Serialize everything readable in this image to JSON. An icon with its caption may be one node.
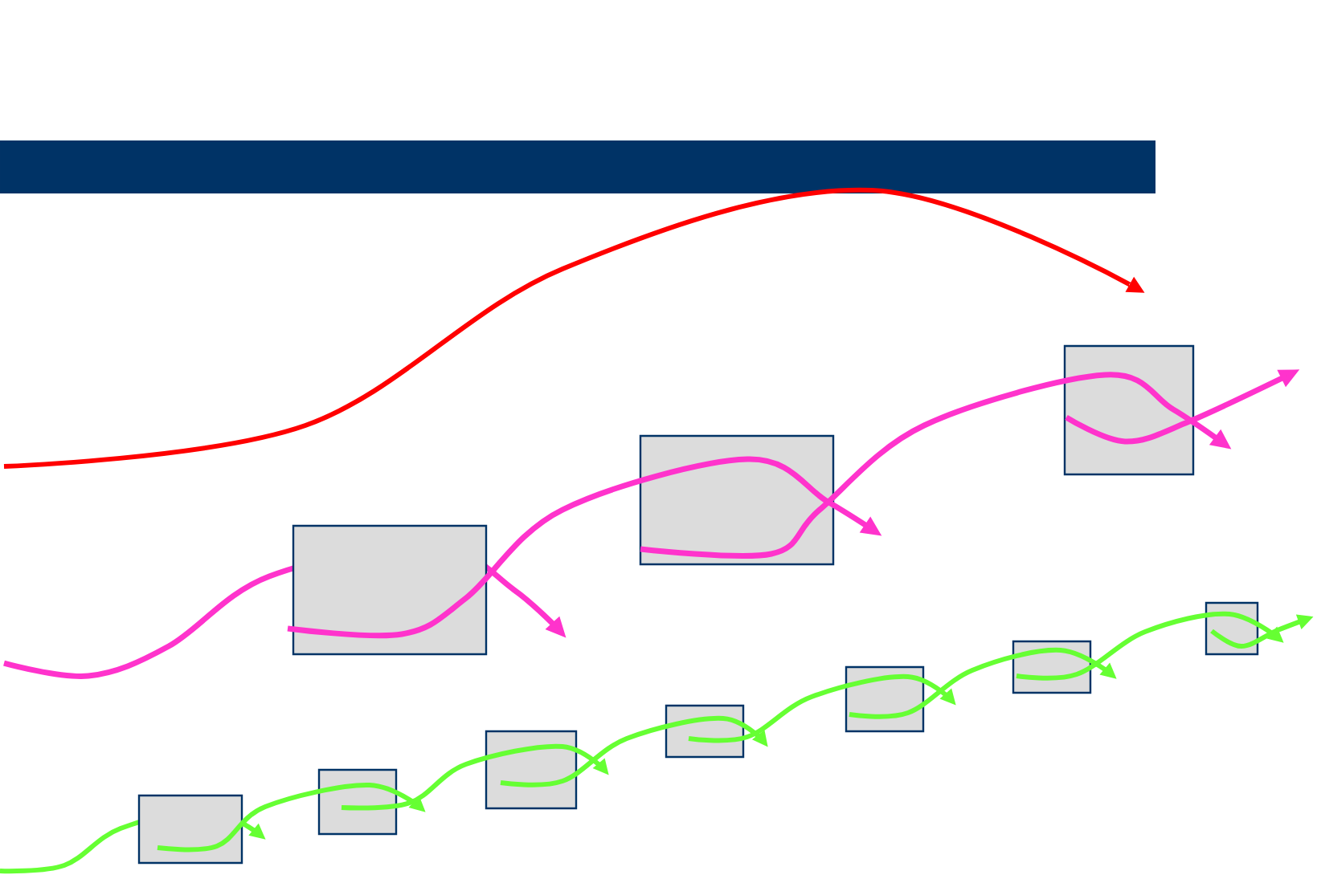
{
  "diagram": {
    "nodes": [
      {
        "text": [],
        "shape": "box"
      },
      {
        "text": [],
        "shape": "box"
      },
      {
        "text": [],
        "shape": "box"
      },
      {
        "text": [],
        "shape": "box"
      },
      {
        "text": [],
        "shape": "box"
      },
      {
        "text": [],
        "shape": "box"
      },
      {
        "text": [],
        "shape": "box"
      },
      {
        "text": [],
        "shape": "box"
      },
      {
        "text": [],
        "shape": "box"
      },
      {
        "text": [],
        "shape": "box"
      }
    ],
    "edges": [
      {
        "from": 0,
        "to": null,
        "arrow": "to",
        "color": "#ff33cc"
      },
      {
        "from": 1,
        "to": null,
        "arrow": "to",
        "color": "#ff33cc"
      },
      {
        "from": 2,
        "to": null,
        "arrow": "to",
        "color": "#ff33cc"
      },
      {
        "from": 3,
        "to": null,
        "arrow": "to"
      },
      {
        "from": 4,
        "to": null,
        "arrow": "to"
      },
      {
        "from": 5,
        "to": 6,
        "arrow": "to"
      },
      {
        "from": 6,
        "to": null,
        "arrow": "to"
      },
      {
        "from": 7,
        "to": 8,
        "arrow": "to"
      },
      {
        "from": 8,
        "to": 9,
        "arrow": "to"
      },
      {
        "from": 9,
        "to": null,
        "arrow": "to"
      }
    ]
  }
}
